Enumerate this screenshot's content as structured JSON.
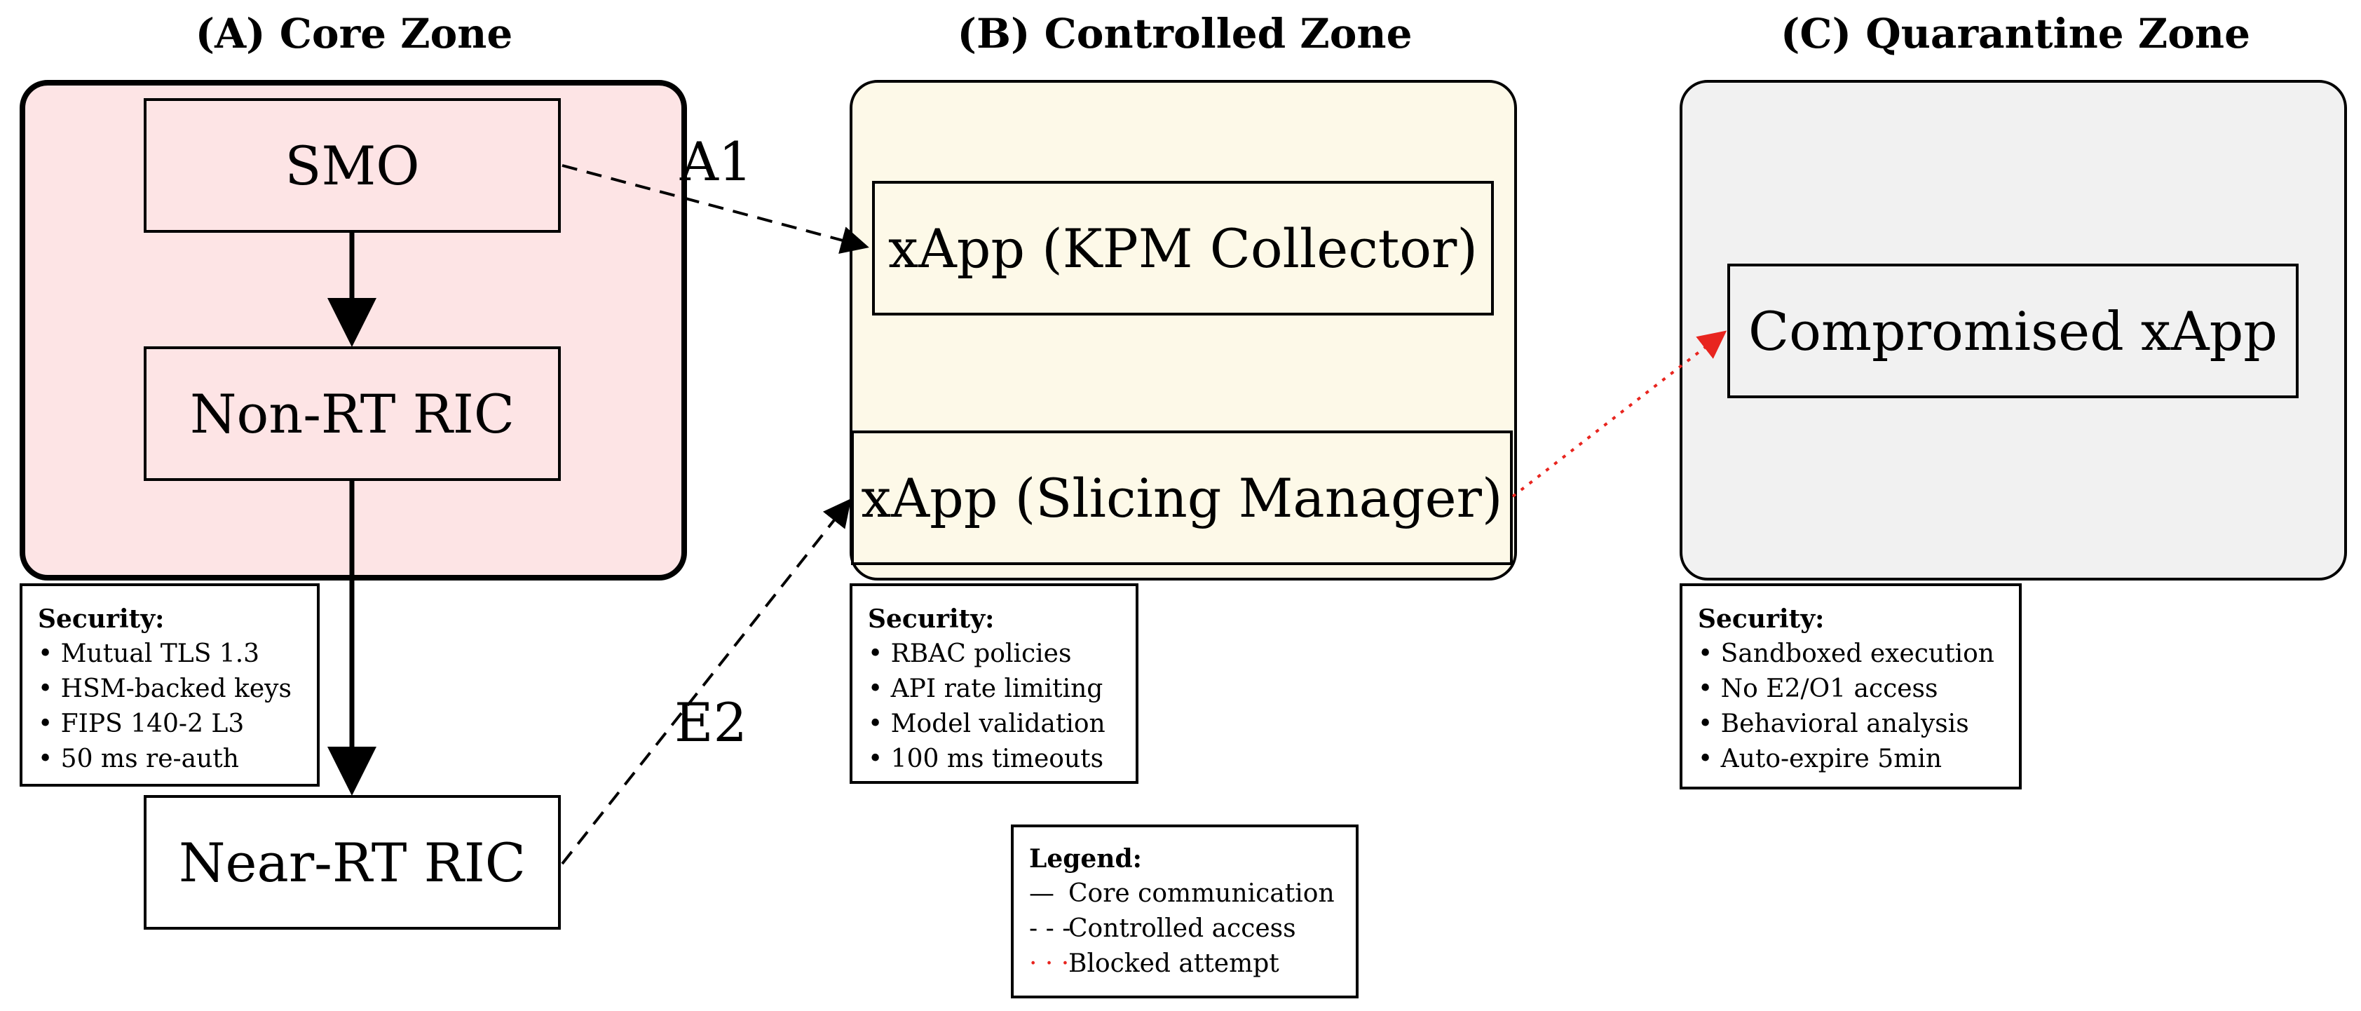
{
  "zones": {
    "core": {
      "title": "(A) Core Zone",
      "nodes": {
        "smo": "SMO",
        "nonrt": "Non-RT RIC",
        "nearrt": "Near-RT RIC"
      },
      "security": {
        "title": "Security:",
        "items": [
          "• Mutual TLS 1.3",
          "• HSM-backed keys",
          "• FIPS 140-2 L3",
          "• 50 ms re-auth"
        ]
      }
    },
    "controlled": {
      "title": "(B) Controlled Zone",
      "nodes": {
        "kpm": "xApp (KPM Collector)",
        "slicing": "xApp (Slicing Manager)"
      },
      "security": {
        "title": "Security:",
        "items": [
          "• RBAC policies",
          "• API rate limiting",
          "• Model validation",
          "• 100 ms timeouts"
        ]
      }
    },
    "quarantine": {
      "title": "(C) Quarantine Zone",
      "nodes": {
        "compromised": "Compromised xApp"
      },
      "security": {
        "title": "Security:",
        "items": [
          "• Sandboxed execution",
          "• No E2/O1 access",
          "• Behavioral analysis",
          "• Auto-expire 5min"
        ]
      }
    }
  },
  "edges": {
    "a1_label": "A1",
    "e2_label": "E2"
  },
  "legend": {
    "title": "Legend:",
    "items": [
      {
        "symbol": "—",
        "text": "Core communication"
      },
      {
        "symbol": "- - -",
        "text": "Controlled access"
      },
      {
        "symbol": "· · ·",
        "text": "Blocked attempt"
      }
    ]
  },
  "colors": {
    "core_fill": "#fde4e5",
    "controlled_fill": "#fdf9e8",
    "quarantine_fill": "#f1f1f1",
    "blocked_line": "#e8251f"
  }
}
